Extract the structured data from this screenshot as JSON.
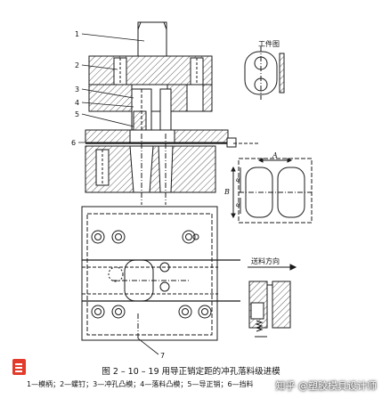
{
  "part_labels": [
    "1",
    "2",
    "3",
    "4",
    "5",
    "6",
    "7"
  ],
  "workpiece_label": "工件图",
  "feed_direction_label": "送料方向",
  "dims": {
    "A": "A",
    "B": "B",
    "a": "a"
  },
  "caption": {
    "title": "图 2 – 10 – 19   用导正销定距的冲孔落料级进模",
    "legend": "1—模柄；2—螺钉；3—冲孔凸模；4—落料凸模；5—导正销；6—挡料",
    "watermark": "知乎 @塑胶模具设计师"
  },
  "colors": {
    "line": "#1a1a1a",
    "hatch": "#333333",
    "icon": "#e23b2a"
  }
}
